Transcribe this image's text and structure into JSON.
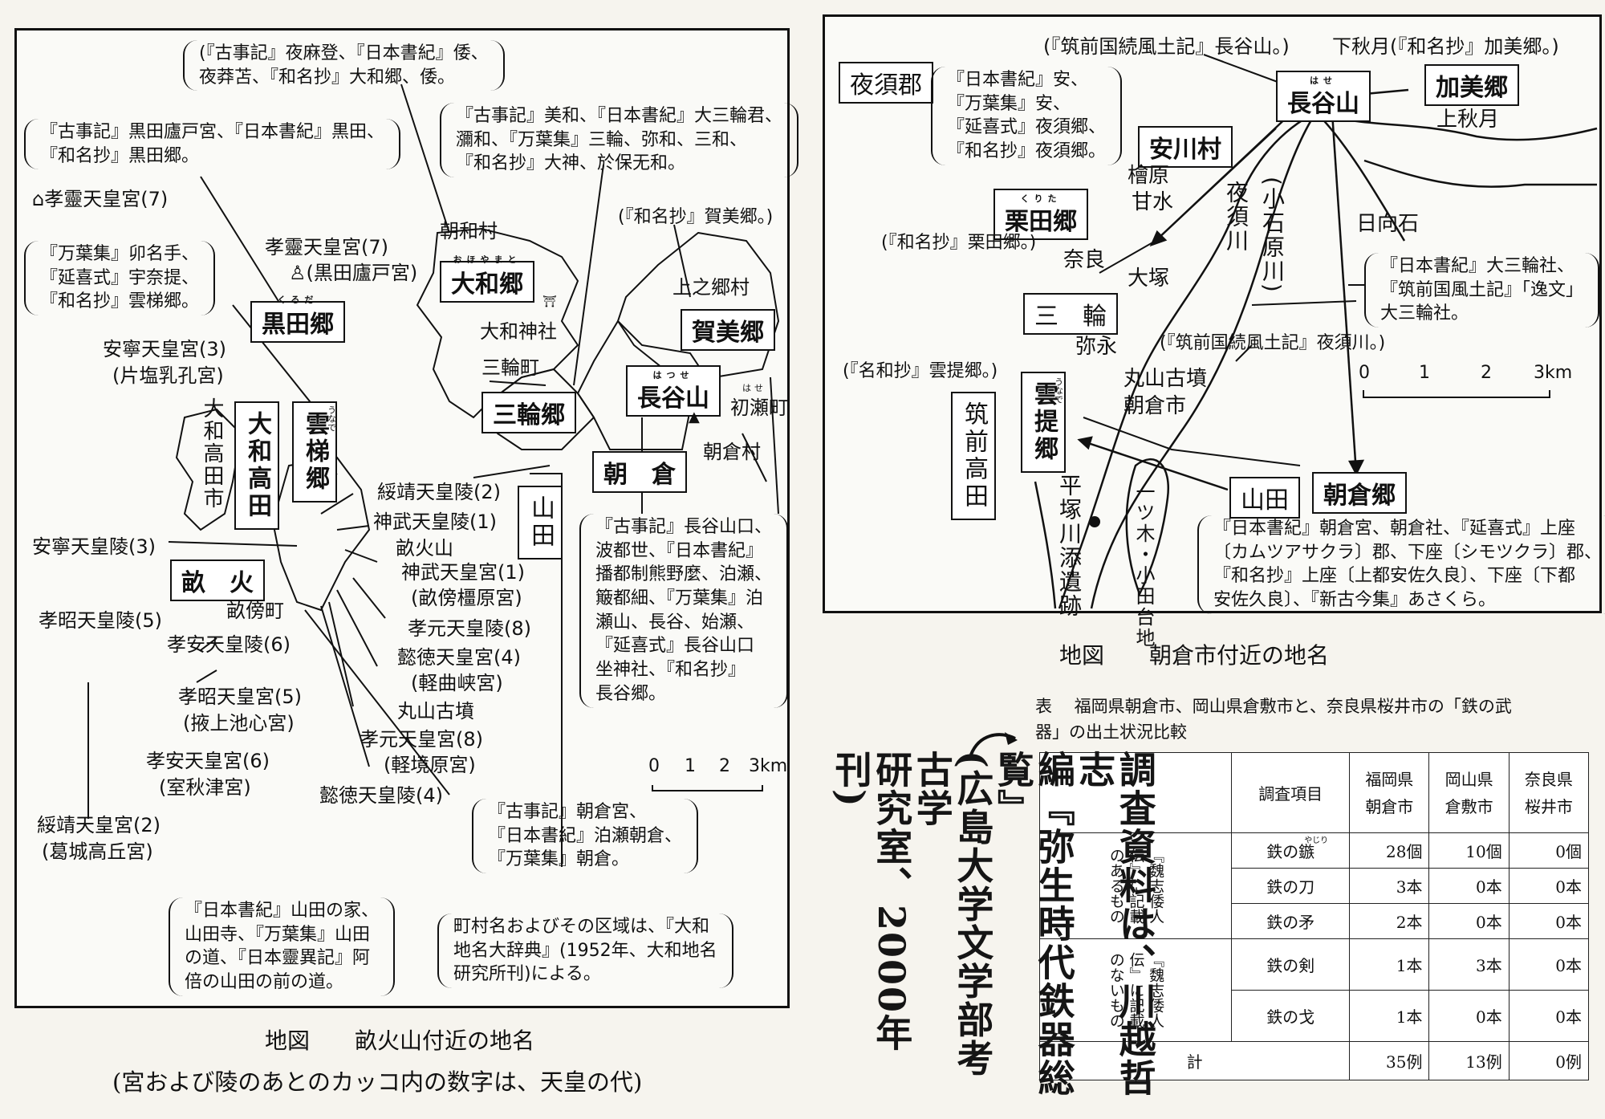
{
  "left_map": {
    "caption": "地図　　畝火山付近の地名",
    "subcaption": "(宮および陵のあとのカッコ内の数字は、天皇の代)",
    "boxes": {
      "yamato": "大和郷",
      "kuroda": "黒田郷",
      "unate": "雲梯郷",
      "yamato_takada": "大和高田",
      "miwa": "三輪郷",
      "hase": "長谷山",
      "kami": "賀美郷",
      "asakura": "朝　倉",
      "yamada": "山田",
      "unebi": "畝　火"
    },
    "ruby": {
      "yamato": "おほやまと",
      "kuroda": "くるだ",
      "unate": "うなで",
      "hase": "はつせ",
      "hatsuse": "はせ"
    },
    "labels": {
      "asawa": "朝和村",
      "yamato_jinja": "大和神社",
      "kaminogo": "上之郷村",
      "miwa_town": "三輪町",
      "hatsuse_town": "初瀬町",
      "asakura_village": "朝倉村",
      "yamato_takada_city": "大和高田市",
      "korei_palace_top": "孝靈天皇宮(7)",
      "korei_palace": "孝靈天皇宮(7)",
      "korei_palace_sub": "(黒田廬戸宮)",
      "annei_palace": "安寧天皇宮(3)",
      "annei_palace_sub": "(片塩乳孔宮)",
      "annei_tomb": "安寧天皇陵(3)",
      "suizei_tomb": "綏靖天皇陵(2)",
      "jimmu_tomb": "神武天皇陵(1)",
      "unebiyama": "畝火山",
      "jimmu_palace": "神武天皇宮(1)",
      "jimmu_palace_sub": "(畝傍橿原宮)",
      "unebi_town": "畝傍町",
      "kosho_tomb": "孝昭天皇陵(5)",
      "koan_tomb": "孝安天皇陵(6)",
      "kogen_tomb": "孝元天皇陵(8)",
      "itoku_palace": "懿徳天皇宮(4)",
      "itoku_palace_sub": "(軽曲峡宮)",
      "kosho_palace": "孝昭天皇宮(5)",
      "kosho_palace_sub": "(掖上池心宮)",
      "maruyama": "丸山古墳",
      "kogen_palace": "孝元天皇宮(8)",
      "kogen_palace_sub": "(軽境原宮)",
      "koan_palace": "孝安天皇宮(6)",
      "koan_palace_sub": "(室秋津宮)",
      "itoku_tomb": "懿徳天皇陵(4)",
      "suizei_palace": "綏靖天皇宮(2)",
      "suizei_palace_sub": "(葛城高丘宮)"
    },
    "notes": {
      "n_yamato": [
        "(『古事記』夜麻登、『日本書紀』倭、",
        "夜莽苫、『和名抄』大和郷、倭。"
      ],
      "n_kuroda": [
        "『古事記』黒田廬戸宮、『日本書紀』黒田、",
        "『和名抄』黒田郷。"
      ],
      "n_miwa": [
        "『古事記』美和、『日本書紀』大三輪君、",
        "瀰和、『万葉集』三輪、弥和、三和、",
        "『和名抄』大神、於保无和。"
      ],
      "n_kami": [
        "(『和名抄』賀美郷。)"
      ],
      "n_unate": [
        "『万葉集』卯名手、",
        "『延喜式』宇奈提、",
        "『和名抄』雲梯郷。"
      ],
      "n_hase": [
        "『古事記』長谷山口、",
        "波都世、『日本書紀』",
        "播都制熊野麼、泊瀬、",
        "簸都細、『万葉集』泊",
        "瀬山、長谷、始瀬、",
        "『延喜式』長谷山口",
        "坐神社、『和名抄』",
        "長谷郷。"
      ],
      "n_asakura": [
        "『古事記』朝倉宮、",
        "『日本書紀』泊瀬朝倉、",
        "『万葉集』朝倉。"
      ],
      "n_yamada": [
        "『日本書紀』山田の家、",
        "山田寺、『万葉集』山田",
        "の道、『日本靈異記』阿",
        "倍の山田の前の道。"
      ],
      "n_source": [
        "町村名およびその区域は、『大和",
        "地名大辞典』(1952年、大和地名",
        "研究所刊)による。"
      ]
    },
    "scale": [
      "0",
      "1",
      "2",
      "3km"
    ]
  },
  "right_map": {
    "caption": "地図　　朝倉市付近の地名",
    "boxes": {
      "yasu_gun": "夜須郡",
      "hase": "長谷山",
      "kami": "加美郷",
      "yasukawa": "安川村",
      "kurita": "栗田郷",
      "miwa": "三　輪",
      "unate": "雲提郷",
      "chikuzen_takada": "筑前高田",
      "yamada": "山田",
      "asakura": "朝倉郷"
    },
    "ruby": {
      "hase": "はせ",
      "kurita": "くりた",
      "unate": "うなで"
    },
    "labels": {
      "top_quote": "(『筑前国続風土記』長谷山。)",
      "shimo_akizuki": "下秋月(『和名抄』加美郷。)",
      "kami_akizuki": "上秋月",
      "hinatago": "日向石",
      "hibaru": "檜原",
      "amamizu": "甘水",
      "nara": "奈良",
      "otsuka": "大塚",
      "yanaga": "弥永",
      "maruyama": "丸山古墳",
      "asakura_city": "朝倉市",
      "yasu_river": "夜須川",
      "koishiwara": "(小石原川)",
      "hiratsuka": "平塚川添遺跡",
      "hitotsugi": "一ツ木・小田台地",
      "kurita_note": "(『和名抄』栗田郷。)",
      "yasu_river_note": "(『筑前国続風土記』夜須川。)",
      "unate_note": "(『名和抄』雲提郷。)"
    },
    "notes": {
      "n_yasu": [
        "『日本書紀』安、",
        "『万葉集』安、",
        "『延喜式』夜須郷、",
        "『和名抄』夜須郷。"
      ],
      "n_miwa": [
        "『日本書紀』大三輪社、",
        "『筑前国風土記』「逸文」",
        "大三輪社。"
      ],
      "n_asakura": [
        "『日本書紀』朝倉宮、朝倉社、『延喜式』上座",
        "〔カムツアサクラ〕郡、下座〔シモツクラ〕郡、",
        "『和名抄』上座〔上都安佐久良〕、下座〔下都",
        "安佐久良〕、『新古今集』あさくら。"
      ]
    },
    "scale": [
      "0",
      "1",
      "2",
      "3km"
    ]
  },
  "table": {
    "title_line1": "表　 福岡県朝倉市、岡山県倉敷市と、奈良県桜井市の「鉄の武",
    "title_line2": "器」の出土状況比較",
    "header": {
      "item": "調査項目",
      "col1": "福岡県\n朝倉市",
      "col2": "岡山県\n倉敷市",
      "col3": "奈良県\n桜井市"
    },
    "group1": {
      "name_a": "『魏志倭人",
      "name_b": "伝』に記載",
      "name_c": "のあるもの"
    },
    "group2": {
      "name_a": "『魏志倭人",
      "name_b": "伝』に記載",
      "name_c": "のないもの"
    },
    "rows": [
      {
        "item": "鉄の鏃",
        "ruby": "やじり",
        "c1": "28個",
        "c2": "10個",
        "c3": "0個"
      },
      {
        "item": "鉄の刀",
        "c1": "3本",
        "c2": "0本",
        "c3": "0本"
      },
      {
        "item": "鉄の矛",
        "c1": "2本",
        "c2": "0本",
        "c3": "0本"
      },
      {
        "item": "鉄の剣",
        "c1": "1本",
        "c2": "3本",
        "c3": "0本"
      },
      {
        "item": "鉄の戈",
        "c1": "1本",
        "c2": "0本",
        "c3": "0本"
      }
    ],
    "total": {
      "label": "計",
      "c1": "35例",
      "c2": "13例",
      "c3": "0例"
    }
  },
  "handwriting": {
    "col1": "調査資料は、川越哲志",
    "col2": "編『弥生時代鉄器総覧』",
    "col3": "(広島大学文学部考古学",
    "col4": "研究室、2000年刊)"
  }
}
